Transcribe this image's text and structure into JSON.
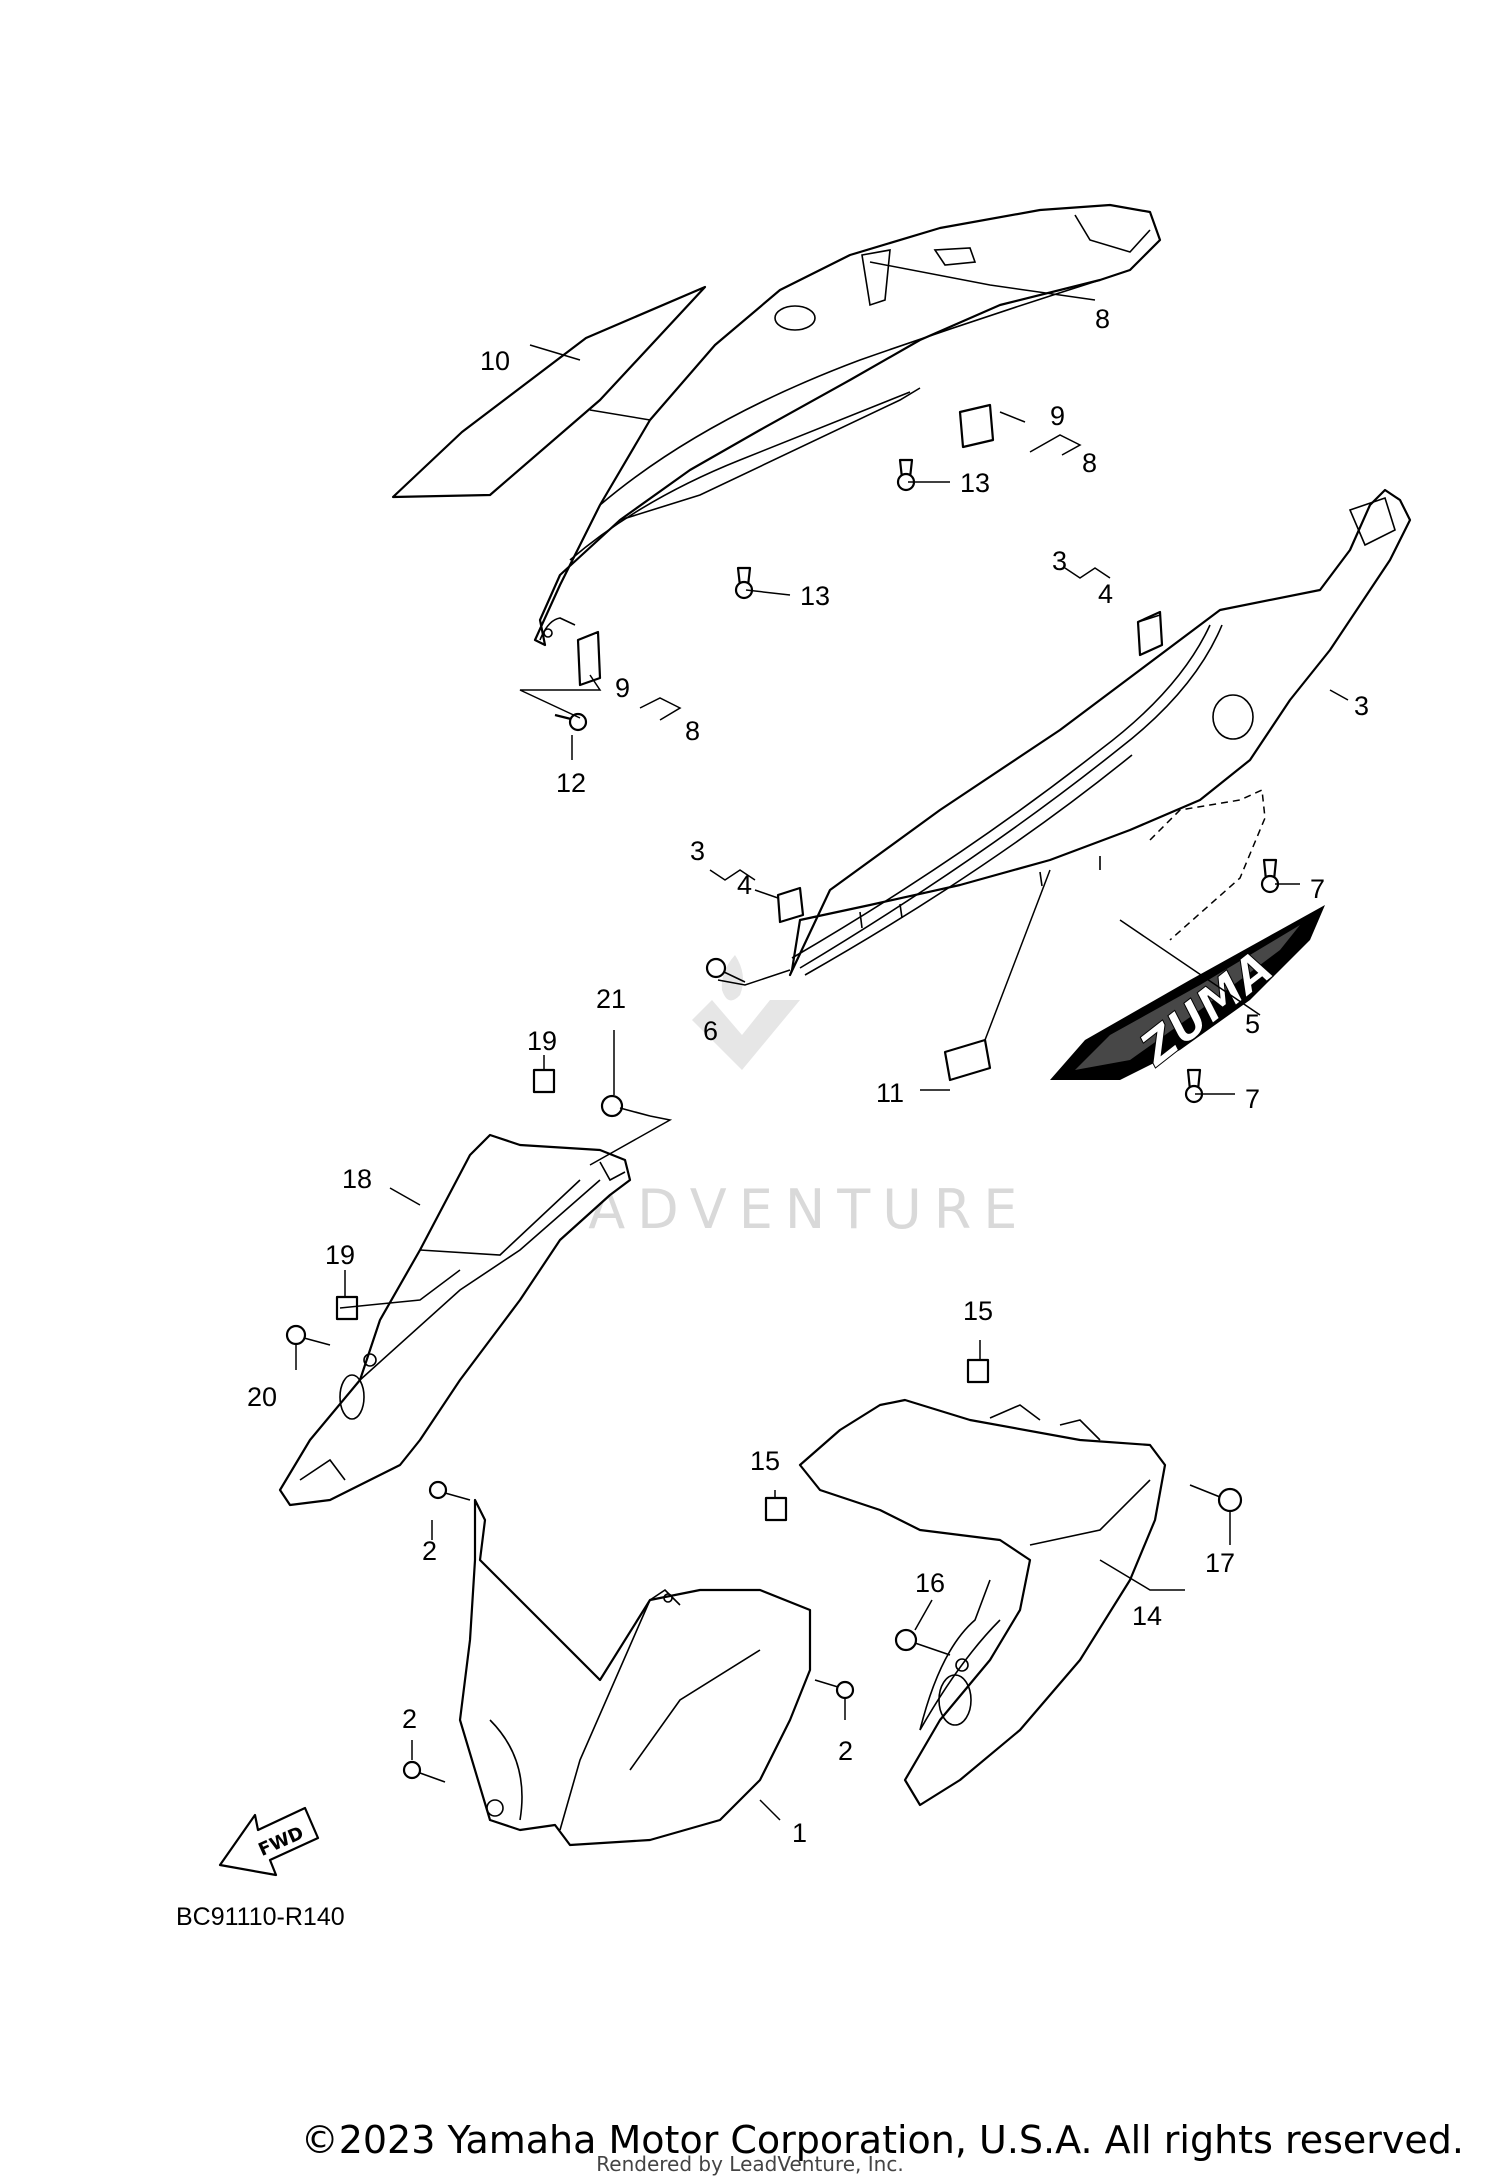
{
  "diagram_code": "BC91110-R140",
  "direction_label": "FWD",
  "watermark": "LEADVENTURE",
  "logo_text": "ZUMA",
  "copyright": "©2023 Yamaha Motor Corporation, U.S.A. All rights reserved.",
  "rendered_by": "Rendered by LeadVenture, Inc.",
  "callouts": {
    "c1": "1",
    "c2a": "2",
    "c2b": "2",
    "c2c": "2",
    "c3a": "3",
    "c3b": "3",
    "c3c": "3",
    "c4a": "4",
    "c4b": "4",
    "c5": "5",
    "c6": "6",
    "c7a": "7",
    "c7b": "7",
    "c8a": "8",
    "c8b": "8",
    "c8c": "8",
    "c9a": "9",
    "c9b": "9",
    "c10": "10",
    "c11": "11",
    "c12": "12",
    "c13a": "13",
    "c13b": "13",
    "c14": "14",
    "c15a": "15",
    "c15b": "15",
    "c16": "16",
    "c17": "17",
    "c18": "18",
    "c19a": "19",
    "c19b": "19",
    "c20": "20",
    "c21": "21"
  }
}
